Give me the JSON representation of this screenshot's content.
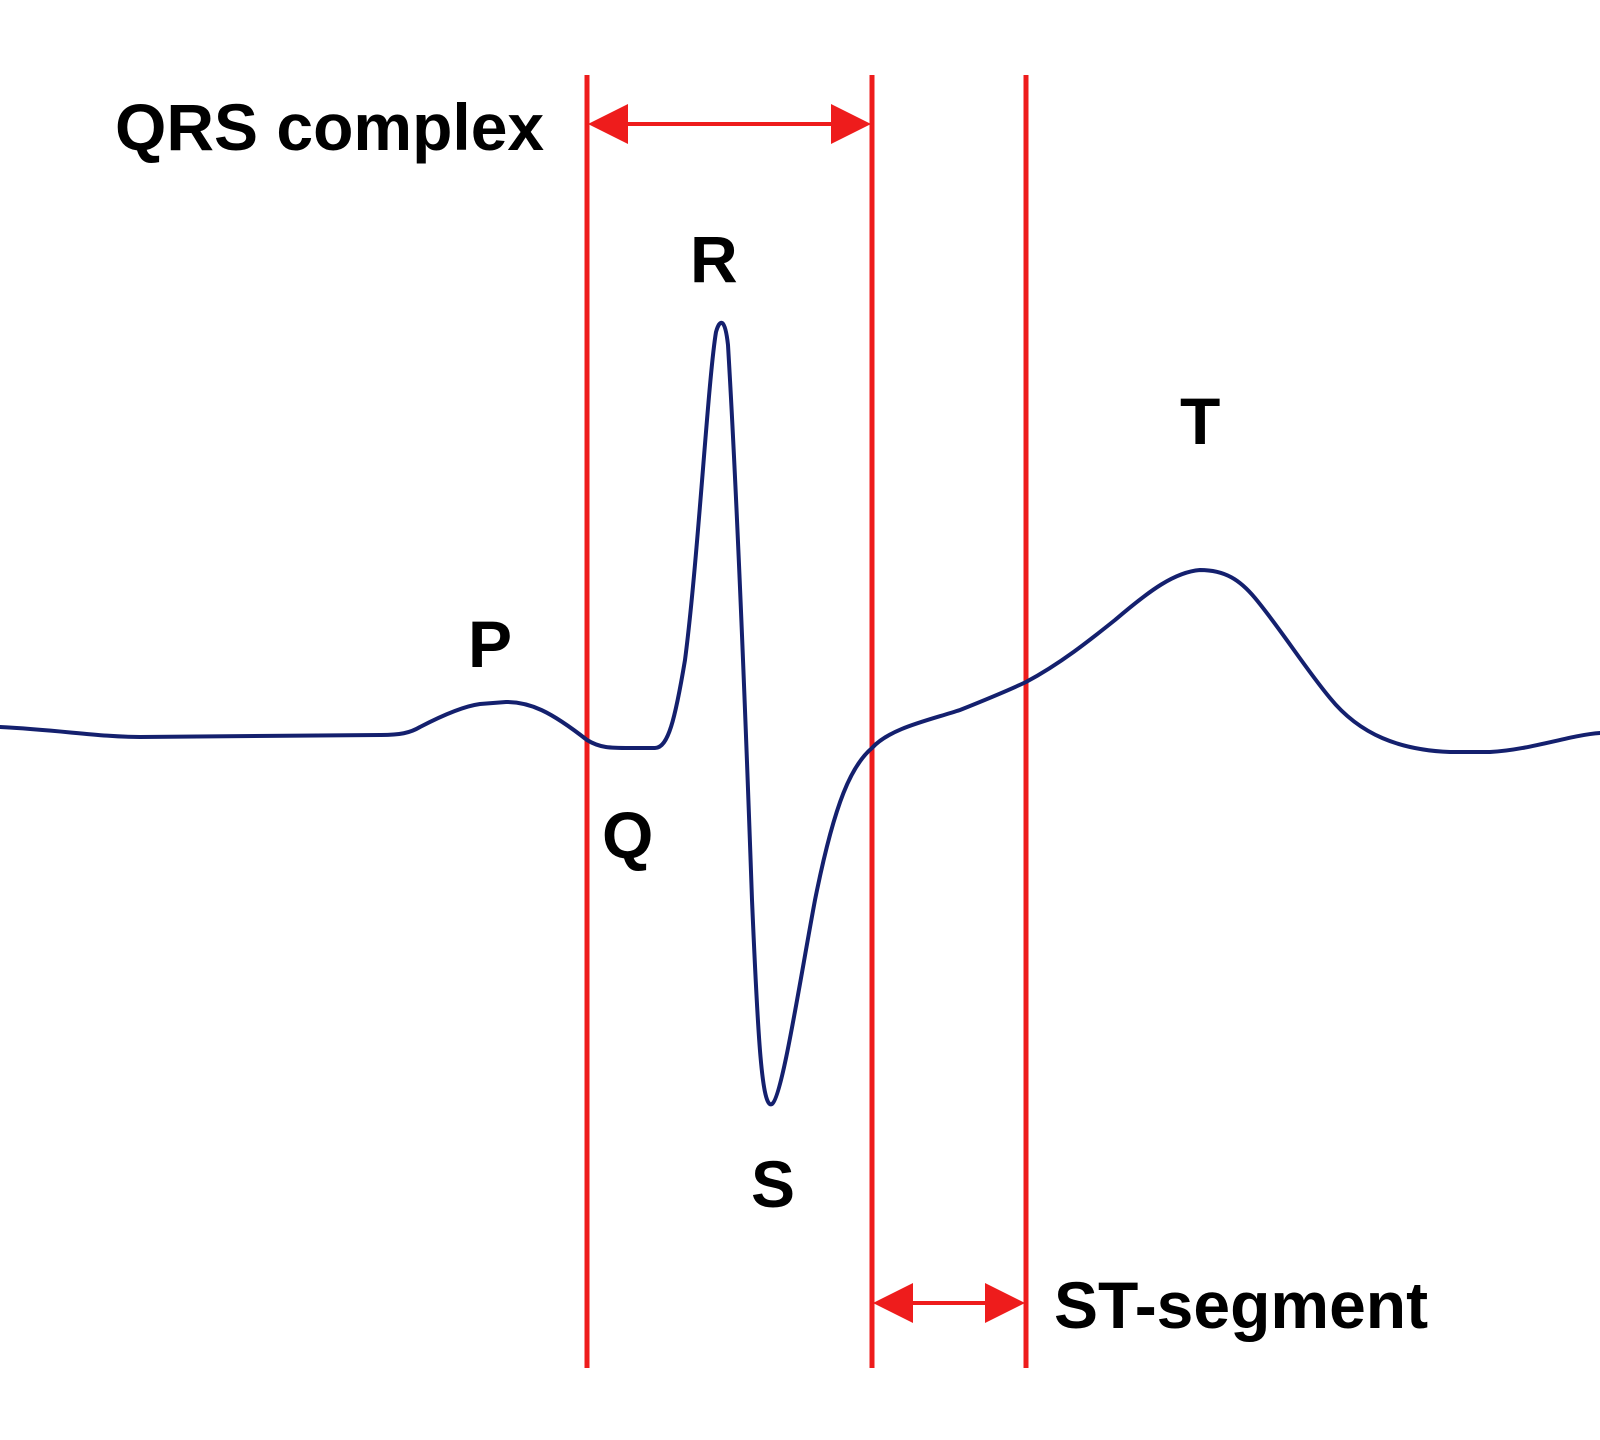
{
  "labels": {
    "qrs_complex": "QRS complex",
    "st_segment": "ST-segment",
    "p": "P",
    "q": "Q",
    "r": "R",
    "s": "S",
    "t": "T"
  },
  "colors": {
    "waveform": "#14206e",
    "markers": "#ee1c1c",
    "text": "#000000",
    "background": "#ffffff"
  }
}
